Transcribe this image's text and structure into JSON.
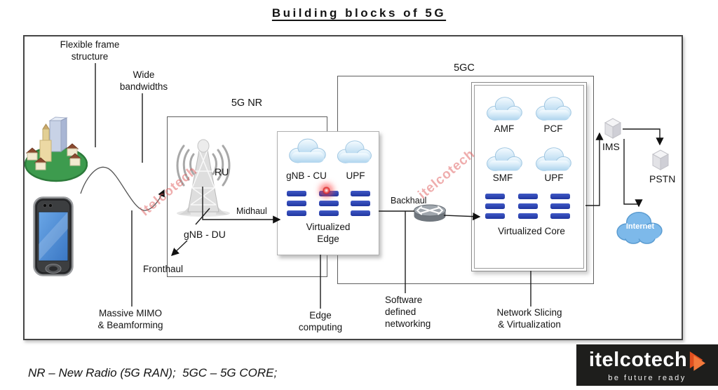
{
  "title": "Building blocks of 5G",
  "features": {
    "flexible_frame": "Flexible frame\nstructure",
    "wide_bandwidths": "Wide\nbandwidths",
    "massive_mimo": "Massive MIMO\n& Beamforming"
  },
  "links": {
    "fronthaul": "Fronthaul",
    "midhaul": "Midhaul",
    "backhaul": "Backhaul"
  },
  "ran": {
    "label": "5G NR",
    "ru": "RU",
    "gnb_du": "gNB - DU",
    "edge": {
      "clouds": [
        "gNB - CU",
        "UPF"
      ],
      "caption": "Virtualized\nEdge"
    }
  },
  "core": {
    "label": "5GC",
    "clouds": [
      "AMF",
      "PCF",
      "SMF",
      "UPF"
    ],
    "caption": "Virtualized Core"
  },
  "external": {
    "ims": "IMS",
    "pstn": "PSTN",
    "internet": "Internet"
  },
  "capabilities": {
    "edge_computing": "Edge\ncomputing",
    "sdn": "Software\ndefined\nnetworking",
    "network_slicing": "Network Slicing\n& Virtualization"
  },
  "watermark": "itelcotech",
  "footnote": "NR – New Radio (5G RAN);  5GC – 5G CORE;",
  "logo": {
    "name": "itelcotech",
    "tagline": "be future ready"
  },
  "colors": {
    "server_bar": "#2d49b5",
    "cloud_fill": "#cfe7f7",
    "internet_cloud": "#7db9ea",
    "watermark": "#e05c5c",
    "logo_bg": "#1e1e1c",
    "logo_accent": "#f05a28"
  }
}
